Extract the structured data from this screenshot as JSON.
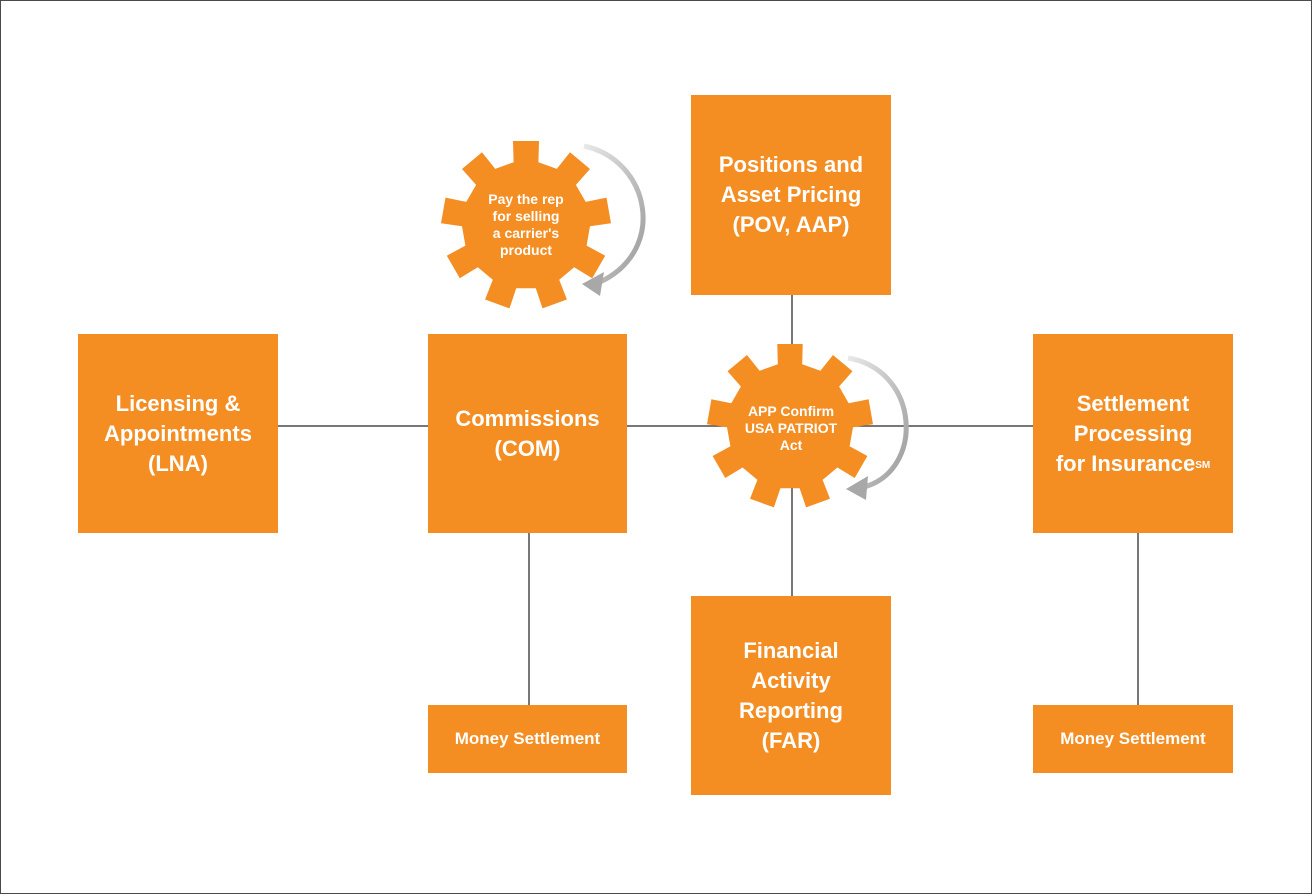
{
  "nodes": {
    "lna": "Licensing &\nAppointments\n(LNA)",
    "com": "Commissions\n(COM)",
    "pov": "Positions and\nAsset Pricing\n(POV, AAP)",
    "far": "Financial\nActivity\nReporting\n(FAR)",
    "spi": "Settlement\nProcessing\nfor Insurance",
    "spi_mark": "SM",
    "money_left": "Money Settlement",
    "money_right": "Money Settlement"
  },
  "gears": {
    "pay_rep": "Pay the rep\nfor selling\na carrier's\nproduct",
    "app_confirm": "APP Confirm\nUSA PATRIOT\nAct"
  },
  "colors": {
    "box_fill": "#f48d22",
    "line": "#4a4a4a",
    "arrow": "#b3b3b3"
  }
}
